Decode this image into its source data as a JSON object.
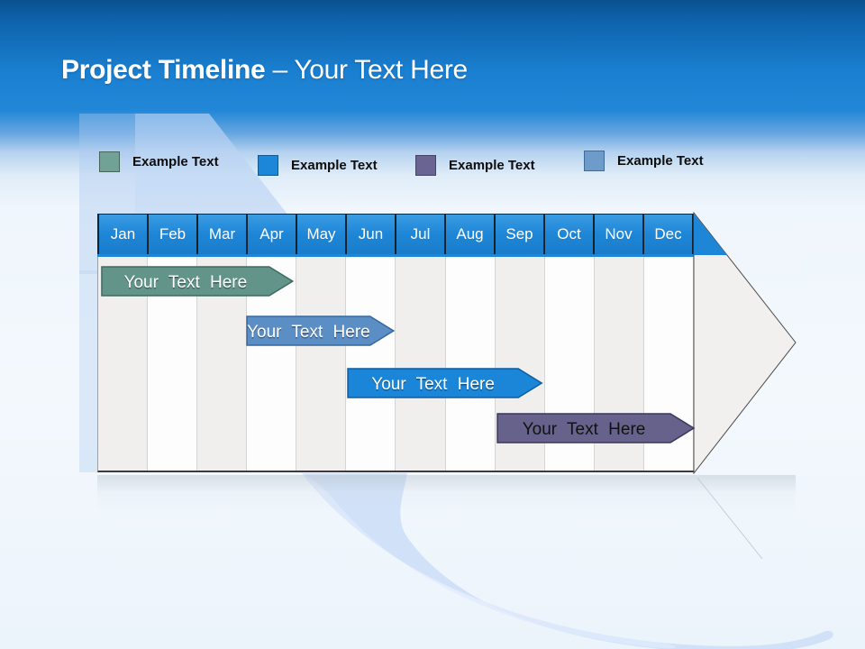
{
  "slide_title": {
    "bold": "Project Timeline",
    "rest": "– Your Text Here"
  },
  "legend": {
    "items": [
      {
        "label": "Example Text",
        "swatch_color": "#72a296",
        "border_color": "#43655c"
      },
      {
        "label": "Example Text",
        "swatch_color": "#1c87d9",
        "border_color": "#11598f"
      },
      {
        "label": "Example Text",
        "swatch_color": "#6a6492",
        "border_color": "#454168"
      },
      {
        "label": "Example Text",
        "swatch_color": "#6d9ccb",
        "border_color": "#40699c"
      }
    ]
  },
  "timeline": {
    "months": [
      "Jan",
      "Feb",
      "Mar",
      "Apr",
      "May",
      "Jun",
      "Jul",
      "Aug",
      "Sep",
      "Oct",
      "Nov",
      "Dec"
    ],
    "header_bg": "#1e86d7",
    "header_border": "#17222d",
    "column_shade_odd": "#f0efee",
    "column_shade_even": "#fdfdfd",
    "arrow_fill": "#f1f0ef",
    "arrow_stroke": "#4a4a4a",
    "bars": [
      {
        "label": "Your Text Here",
        "row": 0,
        "start_month": 0.09,
        "end_month": 3.93,
        "fill": "#62948a",
        "stroke": "#3e6a60",
        "text_color": "#ffffff"
      },
      {
        "label": "Your Text Here",
        "row": 1,
        "start_month": 3.01,
        "end_month": 5.96,
        "fill": "#5c8ec6",
        "stroke": "#36689e",
        "text_color": "#ffffff"
      },
      {
        "label": "Your Text Here",
        "row": 2,
        "start_month": 5.04,
        "end_month": 8.94,
        "fill": "#1b86d8",
        "stroke": "#0d5ca4",
        "text_color": "#ffffff"
      },
      {
        "label": "Your Text Here",
        "row": 3,
        "start_month": 8.05,
        "end_month": 12.0,
        "fill": "#66628c",
        "stroke": "#3a375c",
        "text_color": "#111111"
      }
    ]
  }
}
